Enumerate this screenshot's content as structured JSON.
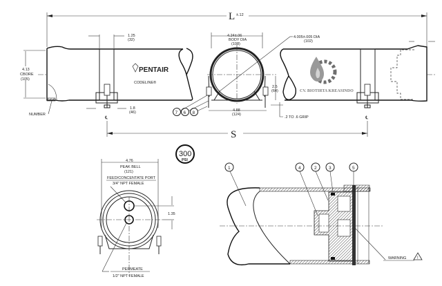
{
  "dimensions": {
    "overall_length": "L",
    "overall_length_tol": "±.12",
    "support_spacing": "S",
    "clamp_width": "1.25",
    "clamp_width_mm": "(32)",
    "bore": "4.13",
    "bore_label": "CBORE",
    "bore_mm": "(105)",
    "bracket_width": "1.8",
    "bracket_width_mm": "(46)",
    "body_dia": "4.24±.06",
    "body_dia_label": "BODY DIA",
    "body_dia_mm": "(108)",
    "inner_dia": "4.005±.005  DIA",
    "inner_dia_mm": "(102)",
    "saddle_width": "4.88",
    "saddle_width_mm": "(124)",
    "saddle_height": "2.5",
    "saddle_height_mm": "(64)",
    "grip": ".2 TO .6 GRIP",
    "peak_bell": "4.76",
    "peak_bell_label": "PEAK BELL",
    "peak_bell_mm": "(121)",
    "port_offset": "1.35"
  },
  "labels": {
    "number": "NUMBER",
    "centerline": "℄",
    "feed_port": "FEED/CONCENTATE PORT",
    "feed_port_size": "3/4\" NPT FEMALE",
    "permeate": "PERMEATE",
    "permeate_size": "1/2\" NPT FEMALE",
    "warning": "WARNING",
    "pressure": "300",
    "pressure_unit": "PSI"
  },
  "branding": {
    "brand": "PENTAIR",
    "product": "CODELINE®",
    "watermark": "CV. BIOTIRTA KREASINDO"
  },
  "callouts": [
    "1",
    "2",
    "3",
    "4",
    "5",
    "6",
    "7",
    "8"
  ]
}
